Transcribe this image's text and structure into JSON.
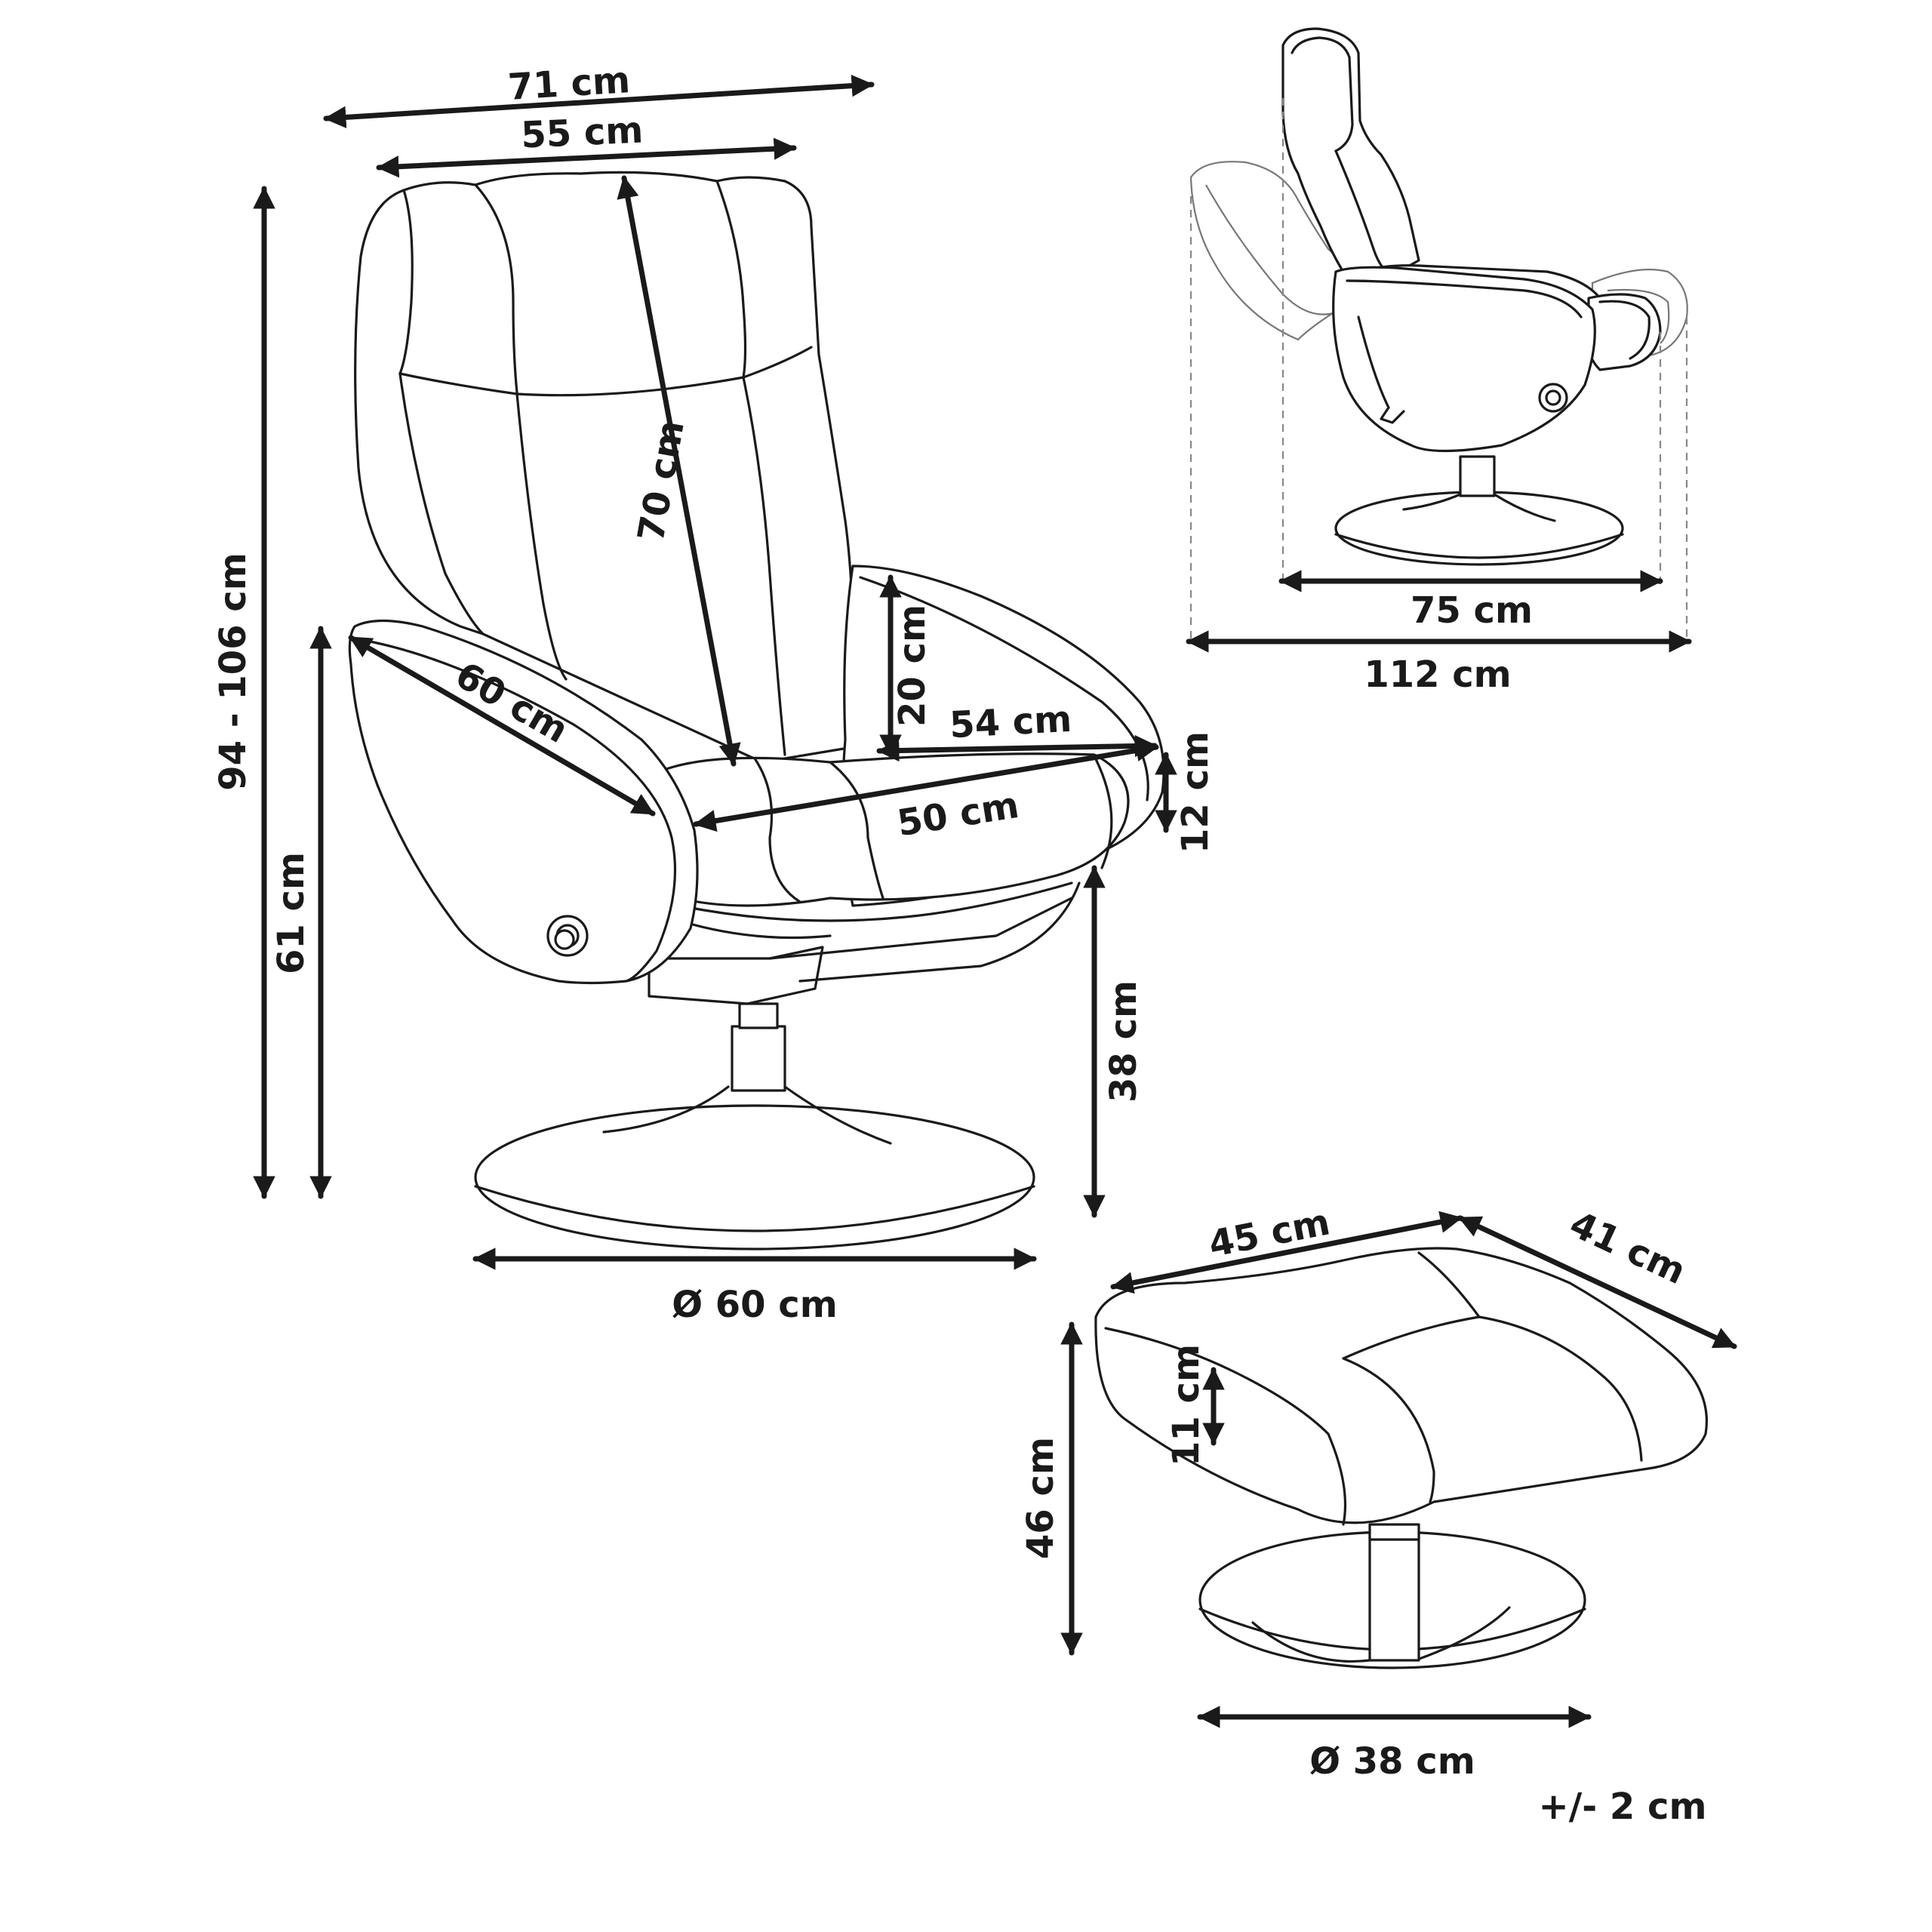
{
  "dimensions": {
    "chair_overall_width": "71 cm",
    "chair_back_width": "55 cm",
    "chair_back_height": "70 cm",
    "chair_total_height": "94 - 106 cm",
    "chair_armrest_height": "61 cm",
    "armrest_length": "60 cm",
    "armrest_height": "20 cm",
    "seat_width": "54 cm",
    "seat_depth": "50 cm",
    "seat_cushion_thickness": "12 cm",
    "seat_height": "38 cm",
    "chair_base_diameter": "Ø 60 cm",
    "side_depth_upright": "75 cm",
    "side_depth_reclined": "112 cm",
    "stool_width": "45 cm",
    "stool_depth": "41 cm",
    "stool_cushion_thickness": "11 cm",
    "stool_height": "46 cm",
    "stool_base_diameter": "Ø 38 cm"
  },
  "tolerance": "+/- 2 cm"
}
